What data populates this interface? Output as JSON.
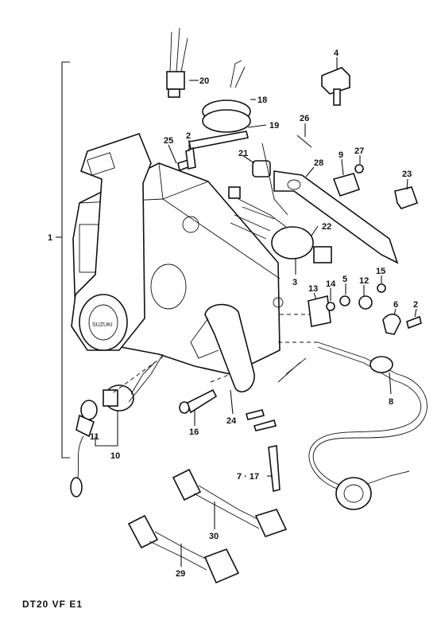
{
  "diagram": {
    "footer": "DT20 VF E1",
    "callouts": [
      {
        "id": "1",
        "text": "1"
      },
      {
        "id": "2a",
        "text": "2"
      },
      {
        "id": "2b",
        "text": "2"
      },
      {
        "id": "3",
        "text": "3"
      },
      {
        "id": "4",
        "text": "4"
      },
      {
        "id": "5",
        "text": "5"
      },
      {
        "id": "6",
        "text": "6"
      },
      {
        "id": "7-17",
        "text": "7 · 17"
      },
      {
        "id": "8",
        "text": "8"
      },
      {
        "id": "9",
        "text": "9"
      },
      {
        "id": "10",
        "text": "10"
      },
      {
        "id": "11",
        "text": "11"
      },
      {
        "id": "12",
        "text": "12"
      },
      {
        "id": "13",
        "text": "13"
      },
      {
        "id": "14",
        "text": "14"
      },
      {
        "id": "15",
        "text": "15"
      },
      {
        "id": "16",
        "text": "16"
      },
      {
        "id": "18",
        "text": "18"
      },
      {
        "id": "19",
        "text": "19"
      },
      {
        "id": "20",
        "text": "20"
      },
      {
        "id": "21",
        "text": "21"
      },
      {
        "id": "22",
        "text": "22"
      },
      {
        "id": "23",
        "text": "23"
      },
      {
        "id": "24",
        "text": "24"
      },
      {
        "id": "25",
        "text": "25"
      },
      {
        "id": "26",
        "text": "26"
      },
      {
        "id": "27",
        "text": "27"
      },
      {
        "id": "28",
        "text": "28"
      },
      {
        "id": "29",
        "text": "29"
      },
      {
        "id": "30",
        "text": "30"
      }
    ]
  }
}
